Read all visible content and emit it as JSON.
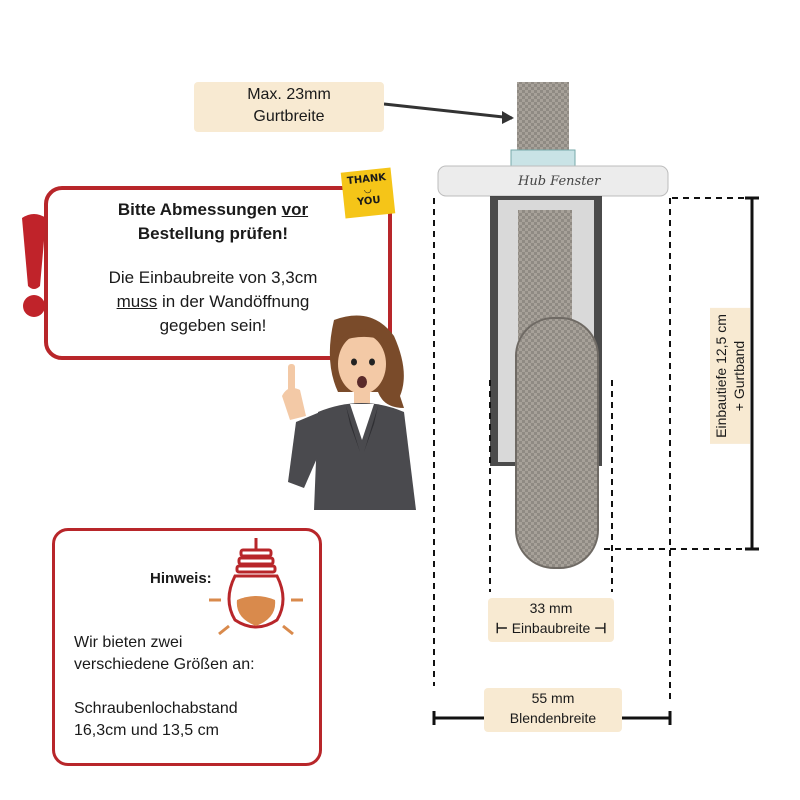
{
  "labels": {
    "gurtbreite": {
      "line1": "Max. 23mm",
      "line2": "Gurtbreite"
    },
    "einbautiefe": {
      "line1": "Einbautiefe 12,5 cm",
      "line2": "+ Gurtband"
    },
    "einbaubreite": {
      "value": "33 mm",
      "name": "Einbaubreite"
    },
    "blendenbreite": {
      "value": "55 mm",
      "name": "Blendenbreite"
    }
  },
  "warning": {
    "title_part1": "Bitte Abmessungen ",
    "title_emph": "vor",
    "title_part2": "Bestellung prüfen!",
    "body_part1": "Die Einbaubreite von 3,3cm",
    "body_emph": "muss",
    "body_part2": " in der Wandöffnung",
    "body_part3": "gegeben sein!"
  },
  "sticky_note": {
    "line1": "THANK",
    "line2": "YOU"
  },
  "brand": "Hub Fenster",
  "hint": {
    "title": "Hinweis:",
    "line1": "Wir bieten zwei",
    "line2": "verschiedene Größen an:",
    "line3": "Schraubenlochabstand",
    "line4": "16,3cm und 13,5 cm"
  },
  "colors": {
    "accent_red": "#b8262a",
    "label_bg": "#f8ead2",
    "strap": "#a39d95",
    "note": "#f5c518"
  },
  "icons": [
    "warning-exclamation-icon",
    "lightbulb-icon",
    "woman-pointing-illustration"
  ]
}
